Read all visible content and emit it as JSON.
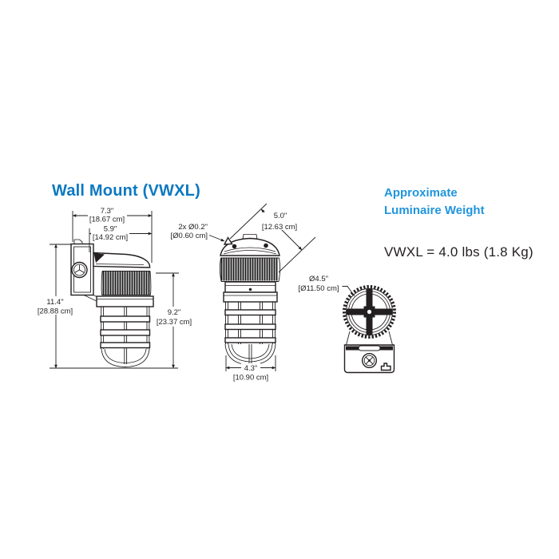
{
  "title": "Wall Mount (VWXL)",
  "weight_note": {
    "heading_line1": "Approximate",
    "heading_line2": "Luminaire Weight",
    "value": "VWXL = 4.0 lbs (1.8 Kg)"
  },
  "dims": {
    "overall_width_in": "7.3\"",
    "overall_width_cm": "[18.67 cm]",
    "arm_width_in": "5.9\"",
    "arm_width_cm": "[14.92 cm]",
    "overall_height_in": "11.4\"",
    "overall_height_cm": "[28.88 cm]",
    "fixture_height_in": "9.2\"",
    "fixture_height_cm": "[23.37 cm]",
    "mount_holes_in": "2x Ø0.2\"",
    "mount_holes_cm": "[Ø0.60 cm]",
    "head_diagonal_in": "5.0\"",
    "head_diagonal_cm": "[12.63 cm]",
    "cage_width_in": "4.3\"",
    "cage_width_cm": "[10.90 cm]",
    "head_diameter_in": "Ø4.5\"",
    "head_diameter_cm": "[Ø11.50 cm]"
  },
  "colors": {
    "title_blue": "#0b78c2",
    "heading_blue": "#2095dd",
    "line_black": "#231f20",
    "background": "#ffffff"
  }
}
